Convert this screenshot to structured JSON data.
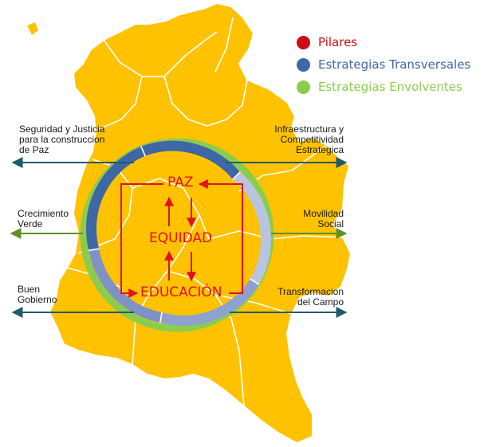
{
  "legend": [
    {
      "label": "Pilares",
      "color": "#cc0d15"
    },
    {
      "label": "Estrategias Transversales",
      "color": "#3e67a5"
    },
    {
      "label": "Estrategias Envolventes",
      "color": "#8ccc4d"
    }
  ],
  "pillars": {
    "top": "PAZ",
    "middle": "EQUIDAD",
    "bottom": "EDUCACIÓN"
  },
  "strategies": {
    "seguridad": "Seguridad y Justicia\npara la construccion\nde Paz",
    "infraestructura": "Infraestructura y\nCompetitividad\nEstrategica",
    "crecimiento": "Crecimiento\nVerde",
    "movilidad": "Movilidad\nSocial",
    "gobierno": "Buen\nGobierno",
    "campo": "Transformacion\ndel Campo"
  },
  "colors": {
    "map": "#ffc200",
    "map_border": "#ffffff",
    "pillar_red": "#e2111c",
    "arrow_dark": "#1f5b6b",
    "arrow_green": "#5f8f2a",
    "ring_dark": "#3e67a5",
    "ring_light": "#b8c4e0",
    "ring_mid": "#8ea1cf",
    "ring_green": "#8ccc4d"
  }
}
